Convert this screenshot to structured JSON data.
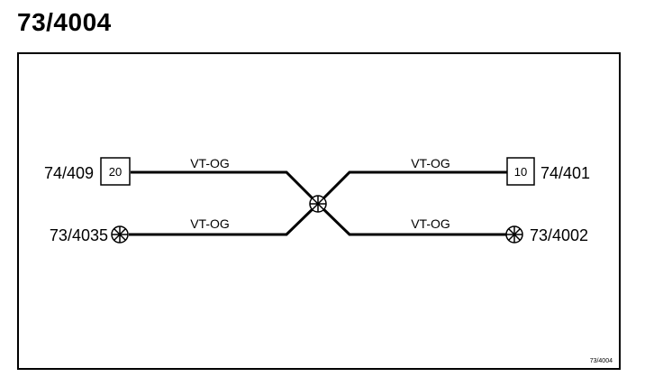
{
  "title": "73/4004",
  "footer_ref": "73/4004",
  "center_node": {
    "icon": "splice-crosshair-icon"
  },
  "endpoints": {
    "left_top": {
      "label": "74/409",
      "box": "20",
      "icon": "connector-box-icon"
    },
    "left_bottom": {
      "label": "73/4035",
      "icon": "splice-crosshair-icon"
    },
    "right_top": {
      "label": "74/401",
      "box": "10",
      "icon": "connector-box-icon"
    },
    "right_bottom": {
      "label": "73/4002",
      "icon": "splice-crosshair-icon"
    }
  },
  "wires": {
    "left_top": "VT-OG",
    "left_bottom": "VT-OG",
    "right_top": "VT-OG",
    "right_bottom": "VT-OG"
  },
  "colors": {
    "line": "#000000",
    "background": "#ffffff"
  }
}
